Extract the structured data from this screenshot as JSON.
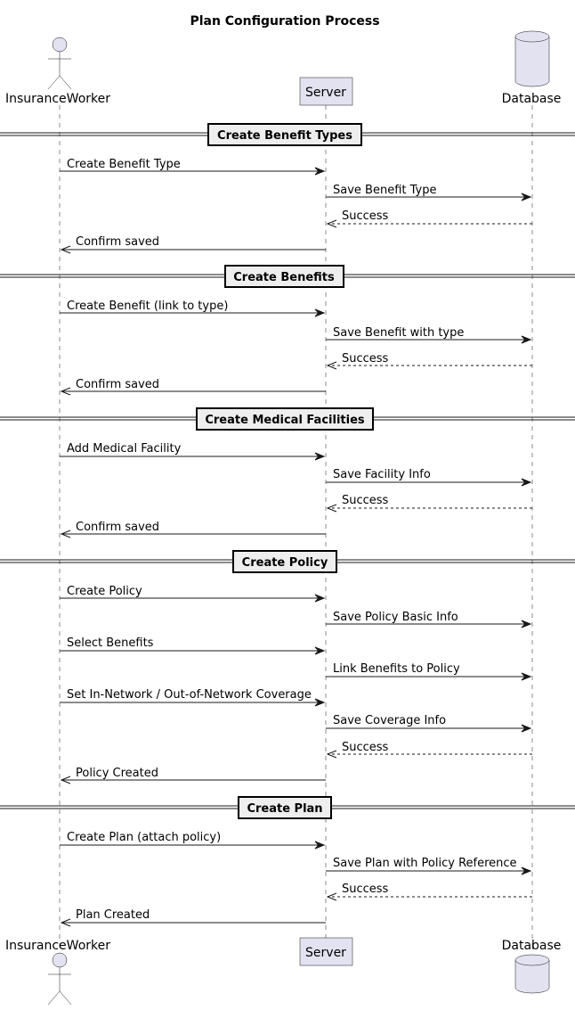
{
  "title": "Plan Configuration Process",
  "participants": {
    "worker": "InsuranceWorker",
    "server": "Server",
    "database": "Database"
  },
  "sections": [
    "Create Benefit Types",
    "Create Benefits",
    "Create Medical Facilities",
    "Create Policy",
    "Create Plan"
  ],
  "messages": [
    "Create Benefit Type",
    "Save Benefit Type",
    "Success",
    "Confirm saved",
    "Create Benefit (link to type)",
    "Save Benefit with type",
    "Success",
    "Confirm saved",
    "Add Medical Facility",
    "Save Facility Info",
    "Success",
    "Confirm saved",
    "Create Policy",
    "Save Policy Basic Info",
    "Select Benefits",
    "Link Benefits to Policy",
    "Set In-Network / Out-of-Network Coverage",
    "Save Coverage Info",
    "Success",
    "Policy Created",
    "Create Plan (attach policy)",
    "Save Plan with Policy Reference",
    "Success",
    "Plan Created"
  ],
  "colors": {
    "participant_fill": "#E2E2F0",
    "section_fill": "#EEEEEE",
    "line": "#181818"
  }
}
